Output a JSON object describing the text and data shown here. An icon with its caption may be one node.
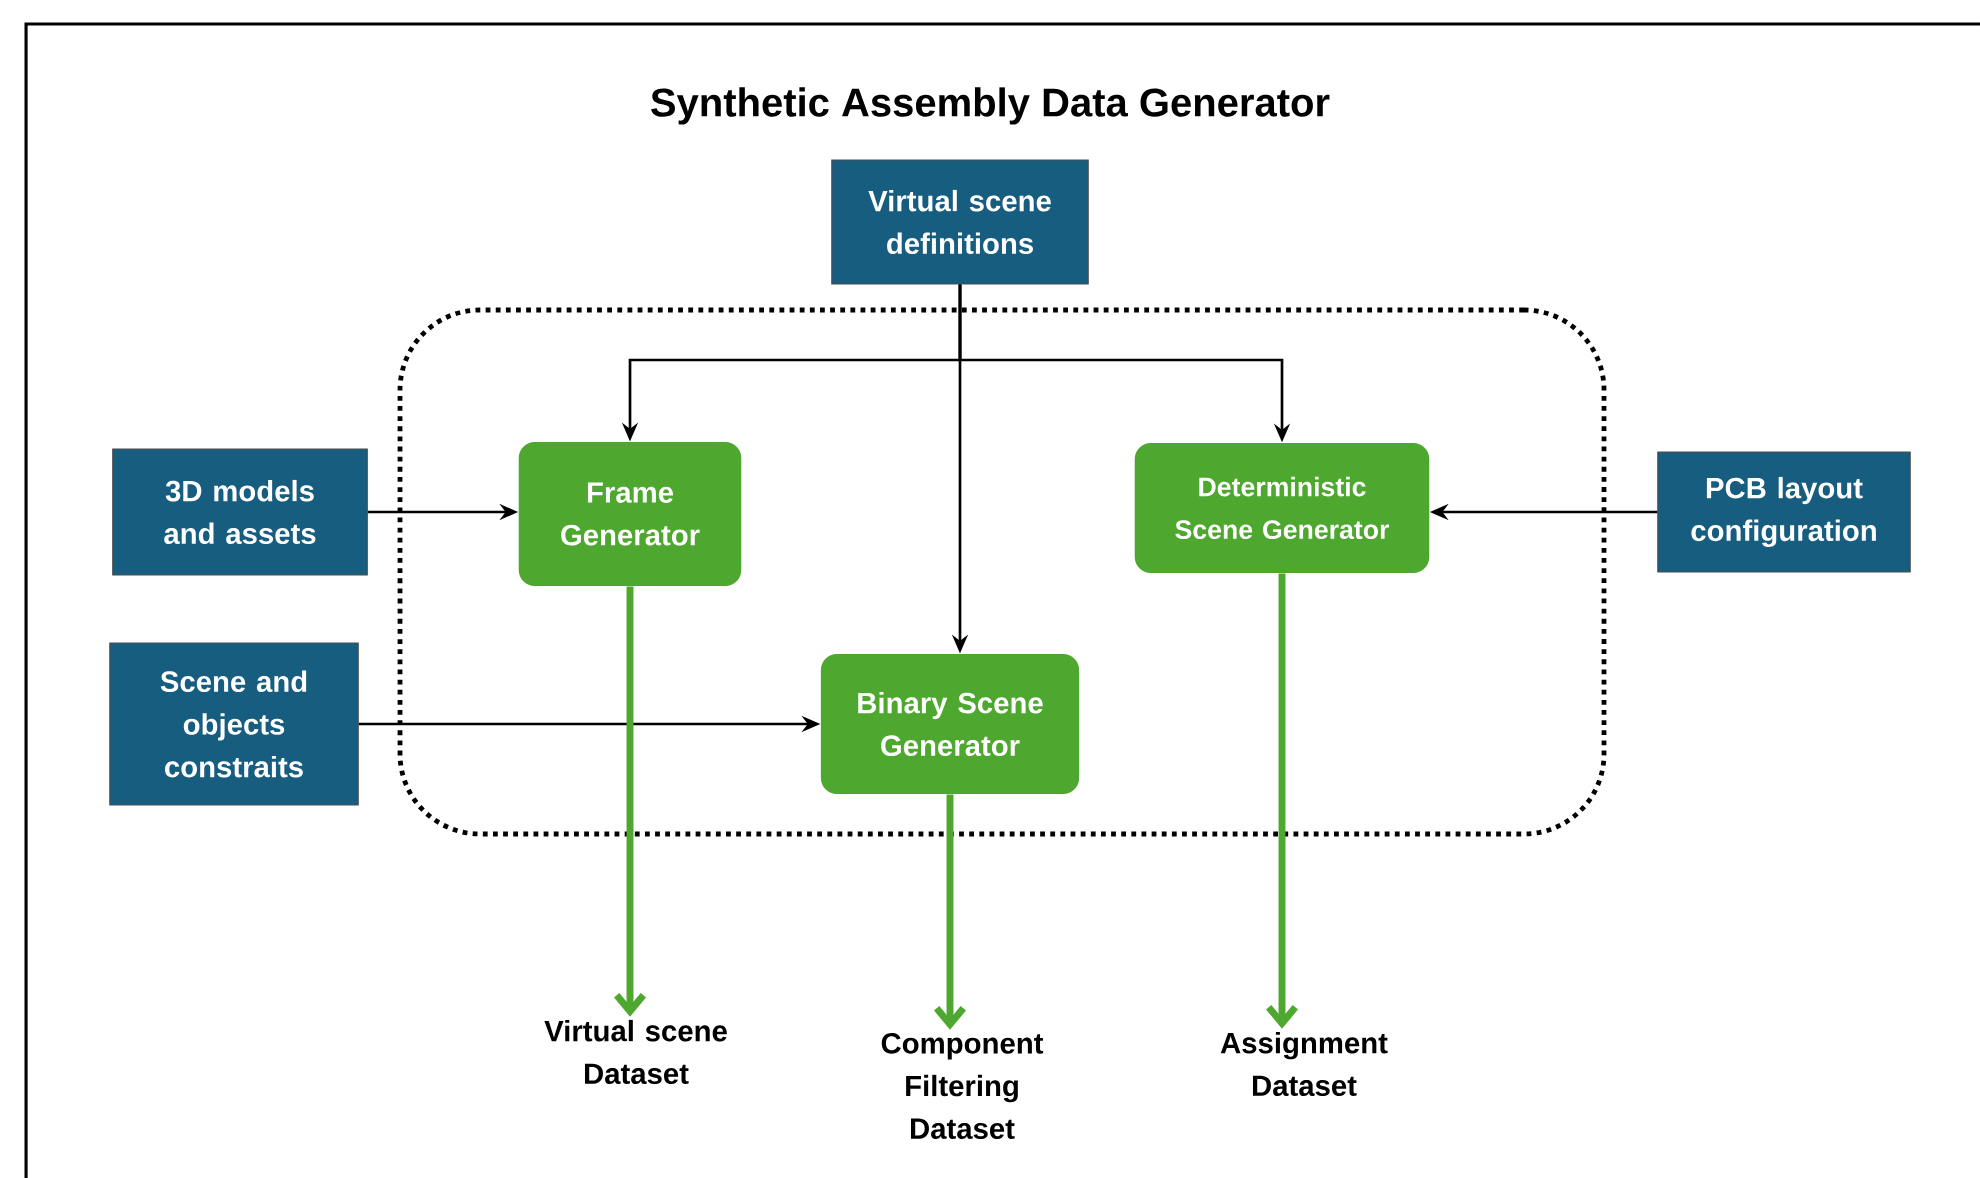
{
  "diagram": {
    "title": "Synthetic Assembly Data Generator",
    "nodes": [
      {
        "text": [
          "Virtual scene definitions"
        ]
      },
      {
        "text": [],
        "shape": "box"
      },
      {
        "text": [
          "3D models and assets"
        ]
      },
      {
        "text": [
          "Frame Generator"
        ],
        "in": 1
      },
      {
        "text": [
          "Deterministic Scene Generator"
        ],
        "in": 1
      },
      {
        "text": [
          "PCB layout configuration"
        ]
      },
      {
        "text": [
          "Scene and objects constraits"
        ]
      },
      {
        "text": [
          "Binary Scene Generator"
        ],
        "in": 1
      },
      {
        "text": [
          "Virtual scene Dataset"
        ]
      },
      {
        "text": [
          "Component Filtering Dataset"
        ]
      },
      {
        "text": [
          "Assignment Dataset"
        ]
      }
    ],
    "edges": [
      {
        "from": 0,
        "to": 3,
        "arrow": "to"
      },
      {
        "from": 0,
        "to": 4,
        "arrow": "to"
      },
      {
        "from": 0,
        "to": 7,
        "arrow": "to"
      },
      {
        "from": 2,
        "to": 3,
        "arrow": "to"
      },
      {
        "from": 5,
        "to": 4,
        "arrow": "to"
      },
      {
        "from": 6,
        "to": 7,
        "arrow": "to"
      },
      {
        "from": 3,
        "to": 8,
        "arrow": "to",
        "style": "thick",
        "color": "#4ea72e"
      },
      {
        "from": 7,
        "to": 9,
        "arrow": "to",
        "style": "thick",
        "color": "#4ea72e"
      },
      {
        "from": 4,
        "to": 10,
        "arrow": "to",
        "style": "thick",
        "color": "#4ea72e"
      }
    ]
  }
}
